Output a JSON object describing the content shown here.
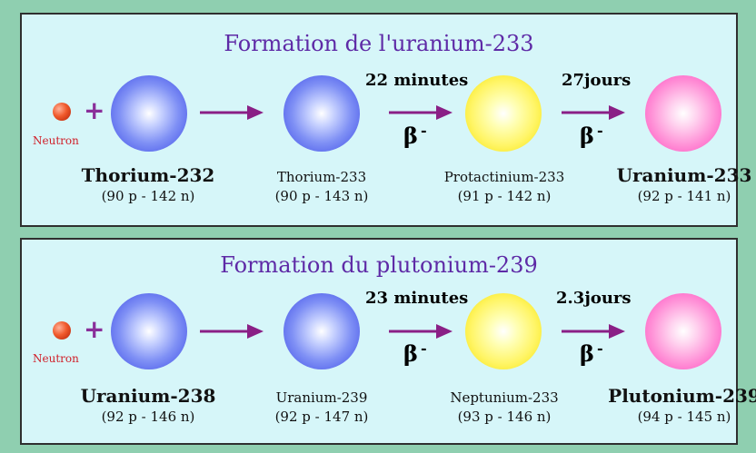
{
  "panels": [
    {
      "title": "Formation de l'uranium-233",
      "neutron_label": "Neutron",
      "plus": "+",
      "steps": [
        {
          "name": "Thorium-232",
          "composition": "(90 p  - 142 n)"
        },
        {
          "name": "Thorium-233",
          "composition": "(90 p  - 143 n)"
        },
        {
          "name": "Protactinium-233",
          "composition": "(91 p - 142 n)"
        },
        {
          "name": "Uranium-233",
          "composition": "(92 p  - 141 n)"
        }
      ],
      "transitions": [
        {
          "time": "",
          "decay": ""
        },
        {
          "time": "22 minutes",
          "decay": "β",
          "decay_sup": "-"
        },
        {
          "time": "27jours",
          "decay": "β",
          "decay_sup": "-"
        }
      ]
    },
    {
      "title": "Formation du plutonium-239",
      "neutron_label": "Neutron",
      "plus": "+",
      "steps": [
        {
          "name": "Uranium-238",
          "composition": "(92 p  - 146 n)"
        },
        {
          "name": "Uranium-239",
          "composition": "(92 p  - 147 n)"
        },
        {
          "name": "Neptunium-233",
          "composition": "(93 p  - 146 n)"
        },
        {
          "name": "Plutonium-239",
          "composition": "(94 p  - 145 n)"
        }
      ],
      "transitions": [
        {
          "time": "",
          "decay": ""
        },
        {
          "time": "23 minutes",
          "decay": "β",
          "decay_sup": "-"
        },
        {
          "time": "2.3jours",
          "decay": "β",
          "decay_sup": "-"
        }
      ]
    }
  ],
  "colors": {
    "background": "#8fcfb0",
    "panel": "#d6f6f9",
    "title": "#5e2aa6",
    "arrow": "#8a1f86",
    "neutron": "#f05a2c",
    "blue_nucleus": "#3a49e6",
    "yellow_nucleus": "#f4e000",
    "pink_nucleus": "#ff46be"
  }
}
